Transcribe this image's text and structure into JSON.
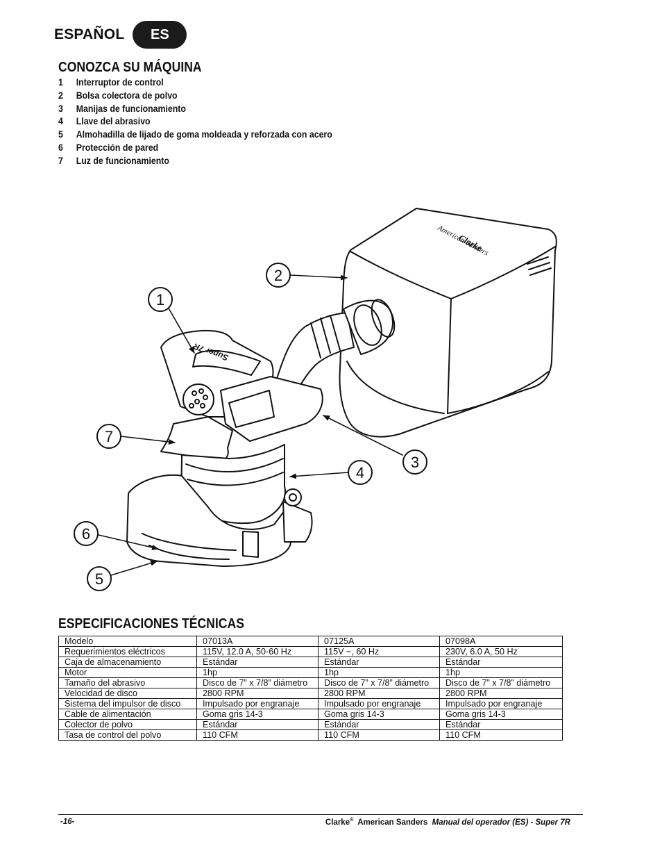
{
  "header": {
    "language": "ESPAÑOL",
    "badge": "ES"
  },
  "parts": {
    "title": "CONOZCA SU MÁQUINA",
    "items": [
      {
        "num": "1",
        "label": "Interruptor de control"
      },
      {
        "num": "2",
        "label": "Bolsa colectora de polvo"
      },
      {
        "num": "3",
        "label": "Manijas de funcionamiento"
      },
      {
        "num": "4",
        "label": "Llave del abrasivo"
      },
      {
        "num": "5",
        "label": "Almohadilla de lijado de goma moldeada y reforzada con acero"
      },
      {
        "num": "6",
        "label": "Protección de pared"
      },
      {
        "num": "7",
        "label": "Luz de funcionamiento"
      }
    ]
  },
  "diagram": {
    "callouts": [
      "1",
      "2",
      "3",
      "4",
      "5",
      "6",
      "7"
    ],
    "bag_label_line1": "Clarke",
    "bag_label_line2": "American Sanders",
    "head_label": "Super 7R"
  },
  "specs": {
    "title": "ESPECIFICACIONES TÉCNICAS",
    "rows": [
      [
        "Modelo",
        "07013A",
        "07125A",
        "07098A"
      ],
      [
        "Requerimientos eléctricos",
        "115V, 12.0 A, 50-60 Hz",
        "115V ~, 60 Hz",
        "230V, 6.0 A, 50 Hz"
      ],
      [
        "Caja de almacenamiento",
        "Estándar",
        "Estándar",
        "Estándar"
      ],
      [
        "Motor",
        "1hp",
        "1hp",
        "1hp"
      ],
      [
        "Tamaño del abrasivo",
        "Disco de 7” x 7/8” diámetro",
        "Disco de 7” x 7/8” diámetro",
        "Disco de 7” x 7/8” diámetro"
      ],
      [
        "Velocidad de disco",
        "2800 RPM",
        "2800 RPM",
        "2800 RPM"
      ],
      [
        "Sistema del impulsor de disco",
        "Impulsado por engranaje",
        "Impulsado por engranaje",
        "Impulsado por engranaje"
      ],
      [
        "Cable de alimentación",
        "Goma gris 14-3",
        "Goma gris 14-3",
        "Goma gris 14-3"
      ],
      [
        "Colector de polvo",
        "Estándar",
        "Estándar",
        "Estándar"
      ],
      [
        "Tasa de control del polvo",
        "110 CFM",
        "110 CFM",
        "110 CFM"
      ]
    ]
  },
  "footer": {
    "page": "-16-",
    "brand": "Clarke",
    "reg": "®",
    "company": "American Sanders",
    "manual": "Manual del operador (ES) - Super 7R"
  }
}
